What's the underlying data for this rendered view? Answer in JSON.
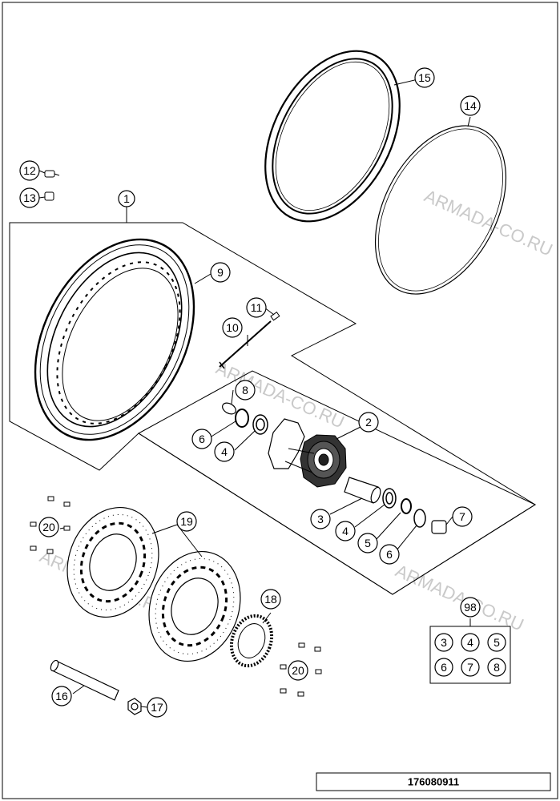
{
  "watermarks": [
    "ARMADA-CO.RU",
    "ARMADA-CO.RU",
    "ARMADA-CO.RU",
    "ARMADA-CO.RU"
  ],
  "drawing_number": "176080911",
  "callouts": {
    "c1": "1",
    "c2": "2",
    "c3": "3",
    "c4a": "4",
    "c4b": "4",
    "c5": "5",
    "c6a": "6",
    "c6b": "6",
    "c7": "7",
    "c8": "8",
    "c9": "9",
    "c10": "10",
    "c11": "11",
    "c12": "12",
    "c13": "13",
    "c14": "14",
    "c15": "15",
    "c16": "16",
    "c17": "17",
    "c18": "18",
    "c19": "19",
    "c20a": "20",
    "c20b": "20",
    "c98": "98"
  },
  "kit_98": [
    "3",
    "4",
    "5",
    "6",
    "7",
    "8"
  ]
}
